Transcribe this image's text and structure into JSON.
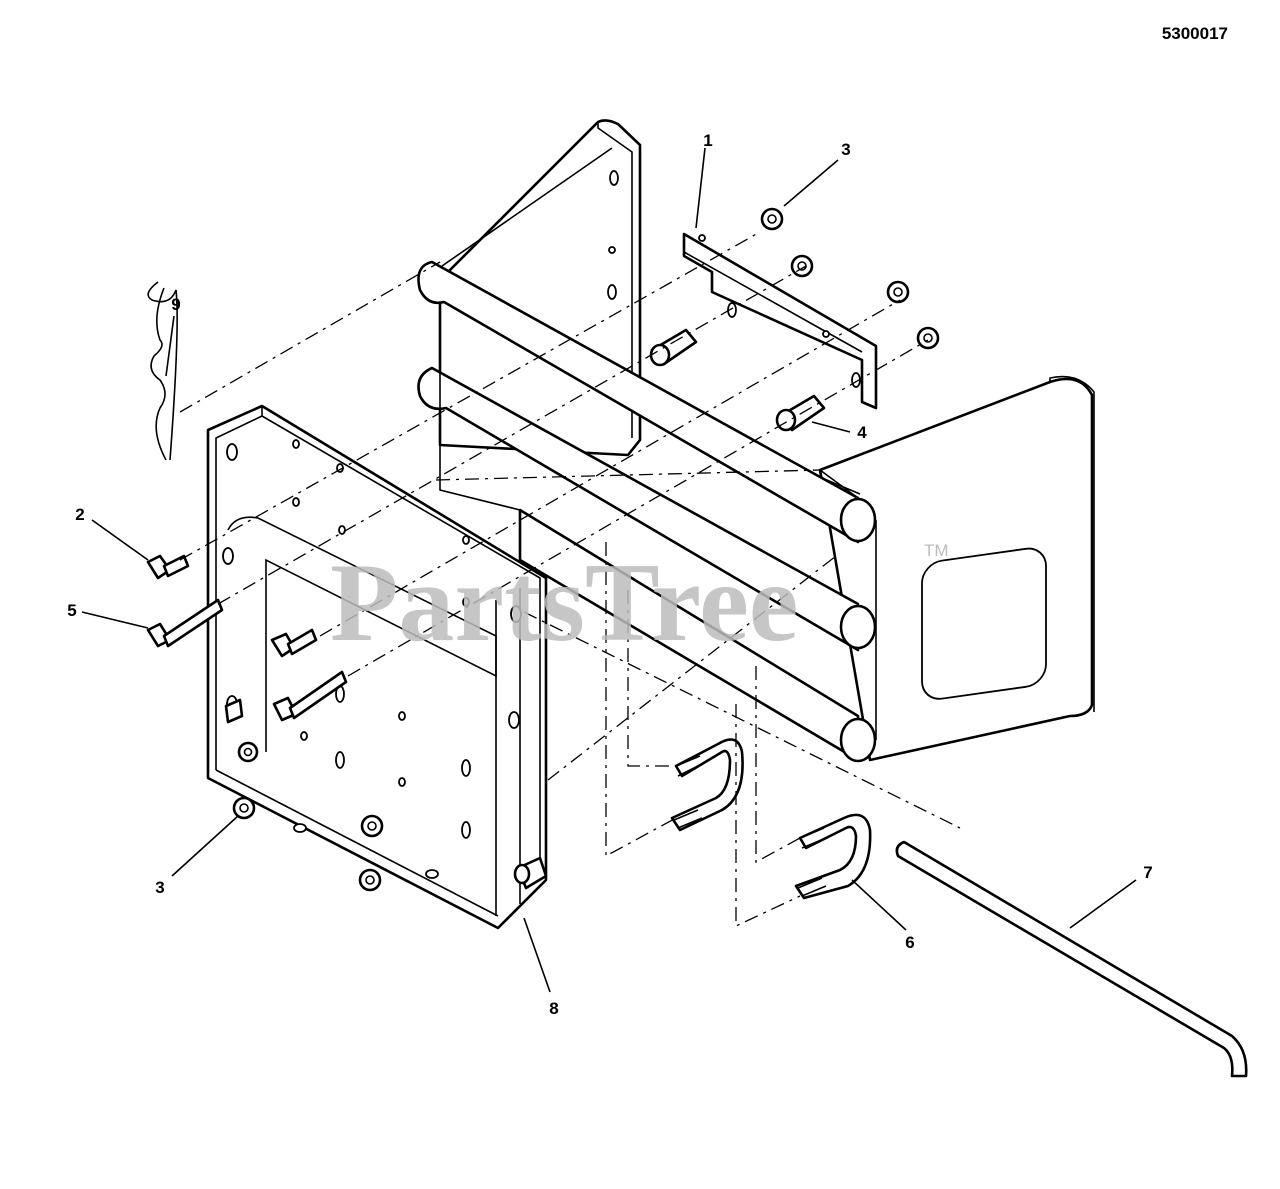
{
  "document_number": "5300017",
  "watermark": {
    "text": "PartsTree",
    "trademark": "TM"
  },
  "callouts": [
    {
      "id": "callout-1",
      "label": "1"
    },
    {
      "id": "callout-2",
      "label": "2"
    },
    {
      "id": "callout-3-top",
      "label": "3"
    },
    {
      "id": "callout-3-bottom",
      "label": "3"
    },
    {
      "id": "callout-4",
      "label": "4"
    },
    {
      "id": "callout-5",
      "label": "5"
    },
    {
      "id": "callout-6",
      "label": "6"
    },
    {
      "id": "callout-7",
      "label": "7"
    },
    {
      "id": "callout-8",
      "label": "8"
    },
    {
      "id": "callout-9",
      "label": "9"
    }
  ]
}
